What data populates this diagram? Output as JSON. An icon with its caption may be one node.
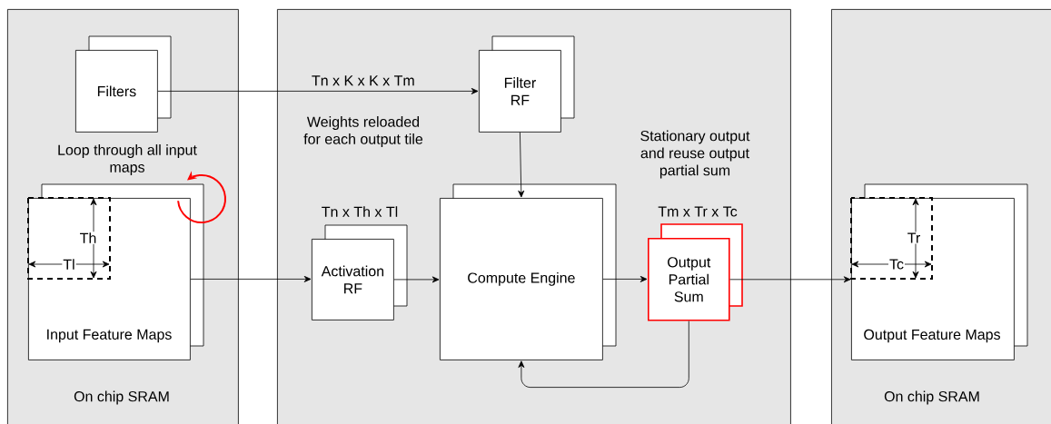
{
  "diagram": {
    "nodes": [
      {
        "text": [
          "On chip SRAM"
        ]
      },
      {
        "text": [
          "Filters"
        ],
        "in": 0
      },
      {
        "text": [
          "Input Feature Maps"
        ],
        "in": 0
      },
      {
        "text": [],
        "shape": "box"
      },
      {
        "text": [
          "Filter RF"
        ],
        "in": 3
      },
      {
        "text": [
          "Activation RF"
        ],
        "in": 3,
        "beside": [
          "Tn x Th x Tl"
        ]
      },
      {
        "text": [
          "Compute Engine"
        ],
        "in": 3
      },
      {
        "text": [
          "Output Partial Sum"
        ],
        "in": 3,
        "beside": [
          "Tm x Tr x Tc"
        ]
      },
      {
        "text": [
          "On chip SRAM"
        ]
      },
      {
        "text": [
          "Output Feature Maps"
        ],
        "in": 8
      }
    ],
    "edges": [
      {
        "from": 1,
        "to": 4,
        "arrow": "to",
        "label": "Tn x K x K x Tm"
      },
      {
        "from": 2,
        "to": 5,
        "arrow": "to"
      },
      {
        "from": 5,
        "to": 6,
        "arrow": "to"
      },
      {
        "from": 4,
        "to": 6,
        "arrow": "to"
      },
      {
        "from": 6,
        "to": 7,
        "arrow": "to"
      },
      {
        "from": 7,
        "to": 9,
        "arrow": "to"
      },
      {
        "from": 7,
        "to": 6,
        "arrow": "to"
      }
    ],
    "labels": [
      "Loop through all input maps",
      "Th",
      "Tl",
      "Weights reloaded for each output tile",
      "Stationary output and reuse output partial sum",
      "Tr",
      "Tc"
    ]
  }
}
